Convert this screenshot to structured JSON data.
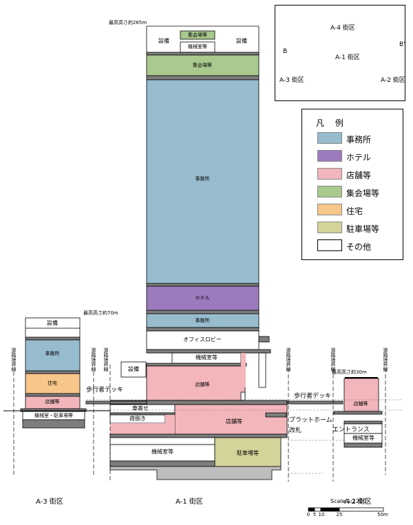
{
  "colors": {
    "office": "#97bccd",
    "hotel": "#9c7bbd",
    "retail": "#f2b6bb",
    "assembly": "#a9c98f",
    "residential": "#f7c68a",
    "parking": "#d3d39a",
    "other": "#ffffff",
    "slab": "#7d7d7d",
    "foundation": "#bdbdbd"
  },
  "legend": {
    "title": "凡 例",
    "items": [
      {
        "label": "事務所",
        "color": "#97bccd"
      },
      {
        "label": "ホテル",
        "color": "#9c7bbd"
      },
      {
        "label": "店舗等",
        "color": "#f2b6bb"
      },
      {
        "label": "集会場等",
        "color": "#a9c98f"
      },
      {
        "label": "住宅",
        "color": "#f7c68a"
      },
      {
        "label": "駐車場等",
        "color": "#d3d39a"
      },
      {
        "label": "その他",
        "color": "#ffffff"
      }
    ]
  },
  "keymap": {
    "a4": "A-4 街区",
    "a1": "A-1 街区",
    "a3": "A-3 街区",
    "a2": "A-2 街区",
    "b": "B",
    "b_prime": "B'"
  },
  "a1": {
    "max_height": "最高高さ約265m",
    "setsubi_left": "設備",
    "setsubi_right": "設備",
    "assembly_top": "集会場等",
    "mech_top": "機械室等",
    "assembly": "集会場等",
    "office": "事務所",
    "hotel": "ホテル",
    "office_low": "事務所",
    "office_lobby": "オフィスロビー",
    "mech_mid": "機械室等",
    "setsubi_low": "設備",
    "retail": "店舗等",
    "drop_off": "車寄せ",
    "loading": "荷捌き",
    "retail_b1": "店舗等",
    "mech_b": "機械室等",
    "parking": "駐車場等",
    "district": "A-1 街区"
  },
  "a3": {
    "max_height": "最高高さ約70m",
    "setsubi": "設備",
    "office": "事務所",
    "residential": "住宅",
    "retail": "店舗等",
    "mech_parking": "機械室・駐車場等",
    "district": "A-3 街区"
  },
  "a2": {
    "max_height": "最高高さ約30m",
    "retail": "店舗等",
    "mech": "機械室等",
    "district": "A-2 街区"
  },
  "notes": {
    "deck_left": "歩行者デッキ",
    "deck_right": "歩行者デッキ",
    "platform": "プラットホーム",
    "ticket_gate": "改札",
    "entrance": "エントランス"
  },
  "road_boundary": "道路境界線",
  "scale": {
    "label": "Scale 1:1200",
    "ticks": [
      "0",
      "5",
      "10",
      "25",
      "50m"
    ]
  }
}
